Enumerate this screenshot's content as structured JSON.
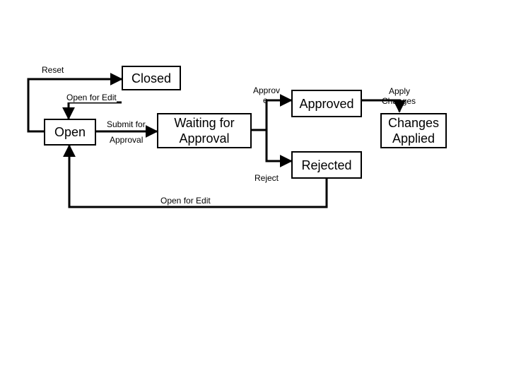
{
  "states": {
    "closed": "Closed",
    "open": "Open",
    "waiting": "Waiting for Approval",
    "approved": "Approved",
    "rejected": "Rejected",
    "changes_applied": "Changes Applied"
  },
  "transitions": {
    "reset": "Reset",
    "open_for_edit_top": "Open for Edit",
    "submit_for": "Submit for",
    "approval": "Approval",
    "approve_line1": "Approv",
    "approve_line2": "e",
    "reject": "Reject",
    "apply_changes_line1": "Apply",
    "apply_changes_line2": "Changes",
    "open_for_edit_bottom": "Open for Edit"
  }
}
